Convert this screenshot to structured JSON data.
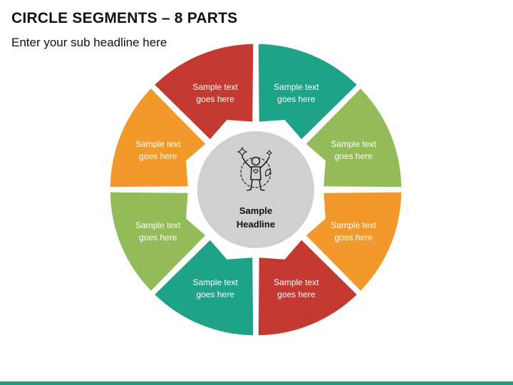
{
  "header": {
    "title": "CIRCLE SEGMENTS – 8 PARTS",
    "subtitle": "Enter your sub headline here"
  },
  "center": {
    "icon": "person-celebrating-icon",
    "headline_line1": "Sample",
    "headline_line2": "Headline",
    "fill_color": "#d0d0d0"
  },
  "segments": [
    {
      "line1": "Sample text",
      "line2": "goes here",
      "color": "#1fa388"
    },
    {
      "line1": "Sample text",
      "line2": "goes here",
      "color": "#93bb59"
    },
    {
      "line1": "Sample text",
      "line2": "goes here",
      "color": "#f19a2b"
    },
    {
      "line1": "Sample text",
      "line2": "goes here",
      "color": "#c23a32"
    },
    {
      "line1": "Sample text",
      "line2": "goes here",
      "color": "#1fa388"
    },
    {
      "line1": "Sample text",
      "line2": "goes here",
      "color": "#93bb59"
    },
    {
      "line1": "Sample text",
      "line2": "goes here",
      "color": "#f19a2b"
    },
    {
      "line1": "Sample text",
      "line2": "goes here",
      "color": "#c23a32"
    }
  ],
  "footer": {
    "bar_color": "#1f9c86"
  }
}
